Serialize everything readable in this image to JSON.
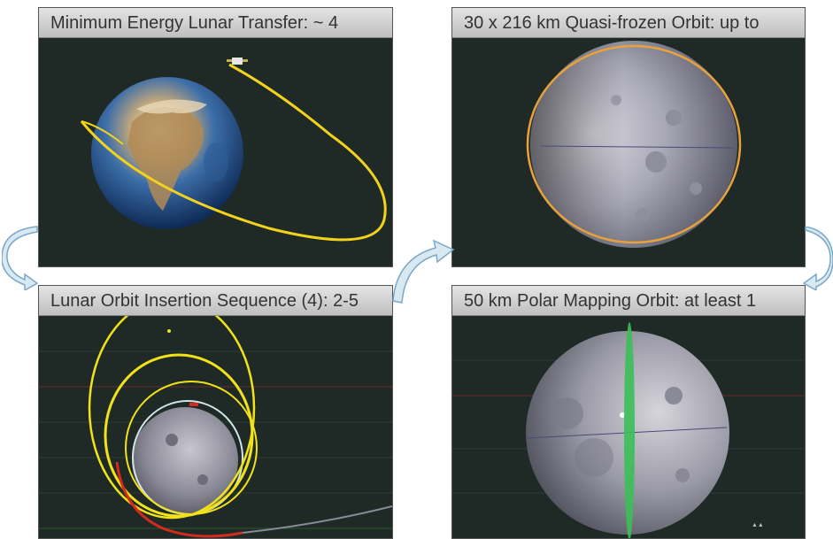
{
  "panels": {
    "transfer": {
      "title": "Minimum Energy Lunar Transfer: ~ 4"
    },
    "quasi_frozen": {
      "title": "30 x 216 km Quasi-frozen Orbit: up to"
    },
    "insertion": {
      "title": "Lunar Orbit Insertion Sequence (4): 2-5"
    },
    "polar_mapping": {
      "title": "50 km Polar Mapping Orbit: at least 1"
    }
  },
  "icons": {
    "flow_arrow": "curved-arrow-icon",
    "spacecraft": "spacecraft-icon"
  },
  "colors": {
    "panel_background": "#1f2a27",
    "transfer_orbit": "#f2d21c",
    "quasi_frozen_orbit": "#e8a23c",
    "insertion_orbits": "#f2e21a",
    "insertion_burn": "#d22a1e",
    "mapping_orbit": "#3bbf57",
    "arrow_fill": "#d8e9f2",
    "arrow_stroke": "#7aa8c8"
  }
}
